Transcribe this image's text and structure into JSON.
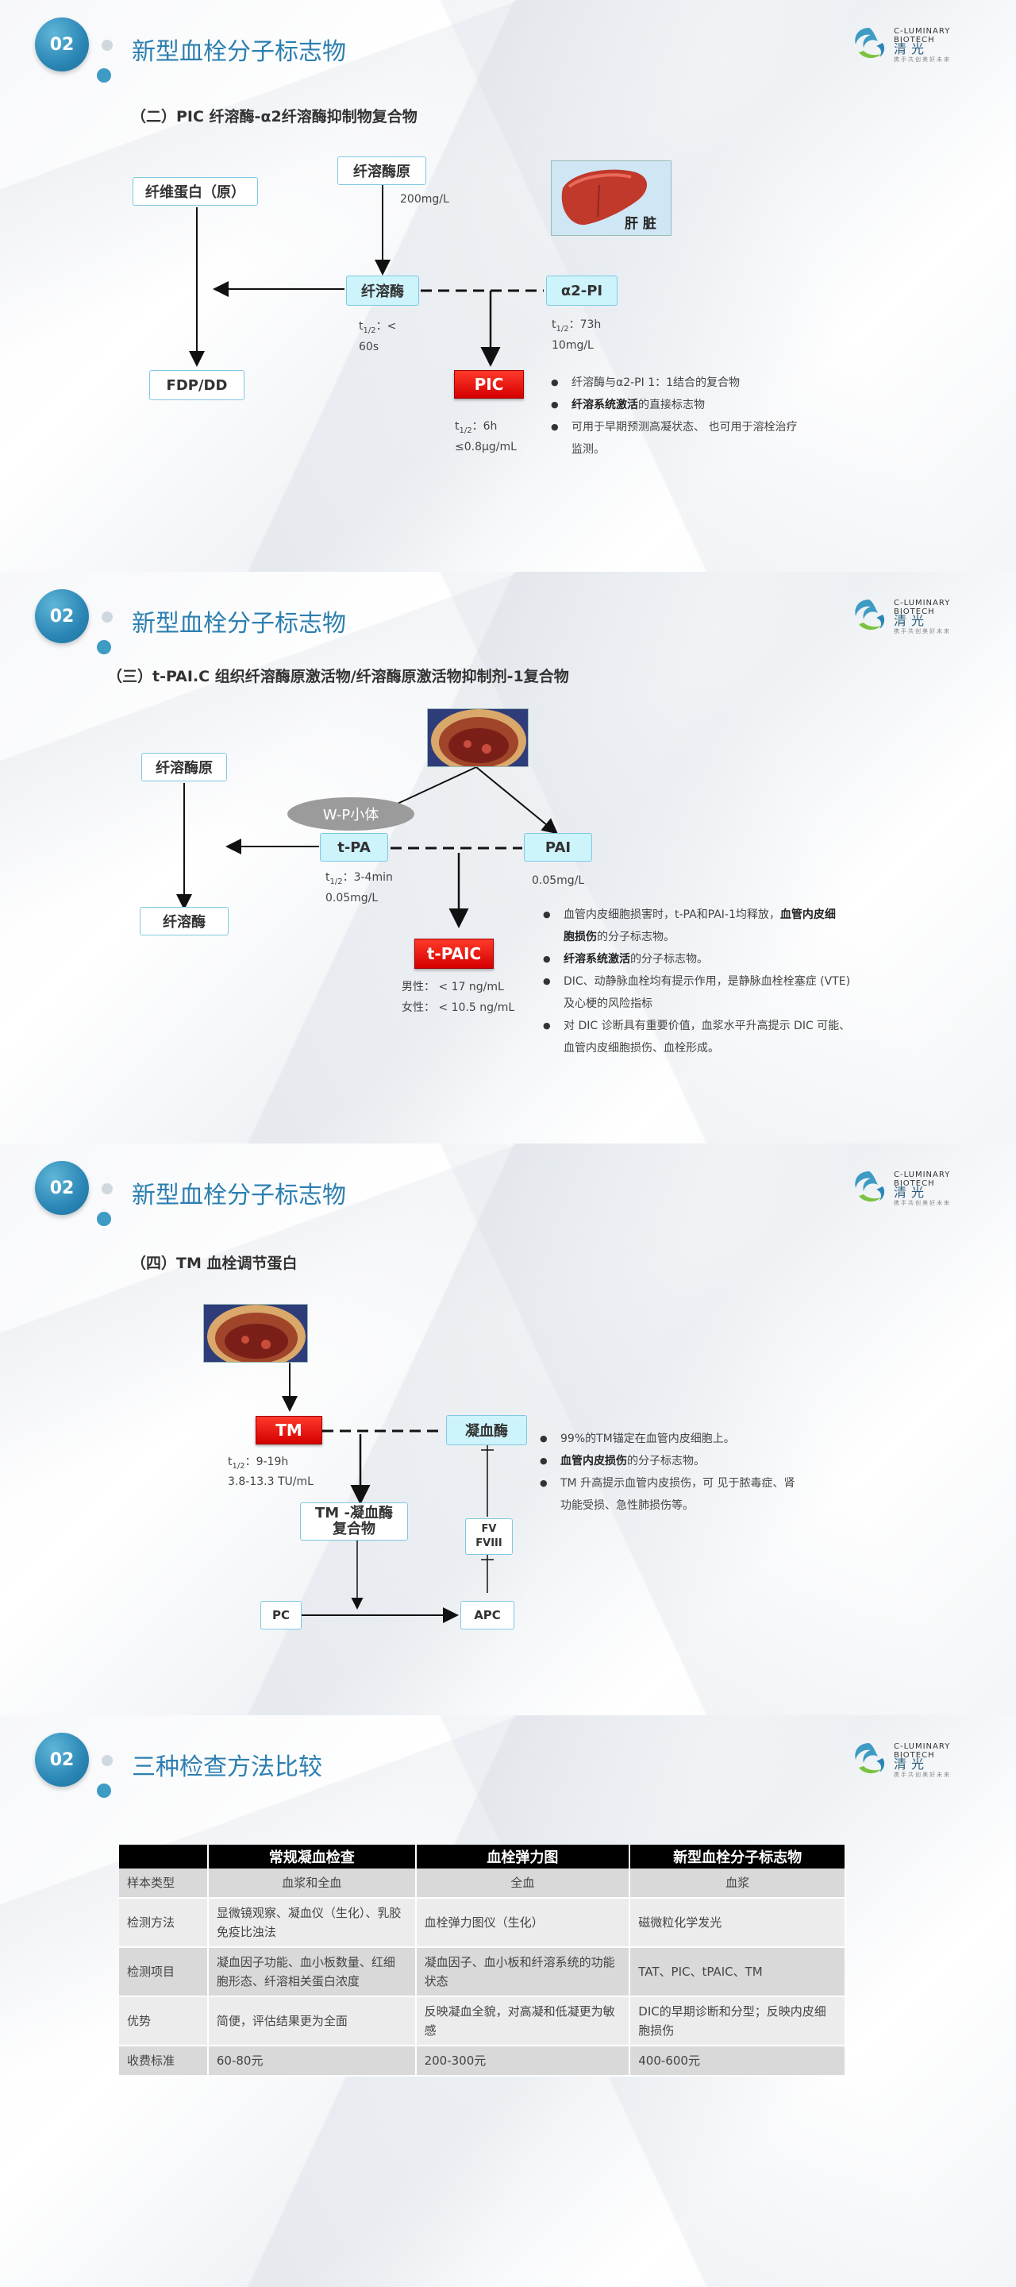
{
  "header": {
    "badge": "02",
    "logo_brand": "C-LUMINARY BIOTECH",
    "logo_cn": "清光",
    "logo_slogan": "携手共创美好未来"
  },
  "slide1": {
    "title": "新型血栓分子标志物",
    "subtitle": "（二）PIC 纤溶酶-α2纤溶酶抑制物复合物",
    "boxes": {
      "fibrinogen": "纤维蛋白（原）",
      "plasminogen": "纤溶酶原",
      "plasmin": "纤溶酶",
      "a2pi": "α2-PI",
      "fdp": "FDP/DD",
      "pic": "PIC"
    },
    "liver_label": "肝 脏",
    "notes": {
      "plasminogen_conc": "200mg/L",
      "plasmin_half_a": "：<",
      "plasmin_half_b": "60s",
      "a2pi_half": "：73h",
      "a2pi_conc": "10mg/L",
      "pic_half": "：6h",
      "pic_conc": "≤0.8μg/mL"
    },
    "bullets": [
      {
        "pre": "纤溶酶与α2-PI 1：1结合的复合物",
        "bold": "",
        "post": ""
      },
      {
        "pre": "",
        "bold": "纤溶系统激活",
        "post": "的直接标志物"
      },
      {
        "pre": "可用于早期预测高凝状态、 也可用于溶栓治疗",
        "bold": "",
        "post": ""
      },
      {
        "pre": "监测。",
        "bold": "",
        "post": ""
      }
    ]
  },
  "slide2": {
    "title": "新型血栓分子标志物",
    "subtitle": "（三）t-PAI.C 组织纤溶酶原激活物/纤溶酶原激活物抑制剂-1复合物",
    "boxes": {
      "plasminogen": "纤溶酶原",
      "plasmin": "纤溶酶",
      "tpa": "t-PA",
      "pai": "PAI",
      "wp": "W-P小体",
      "tpaic": "t-PAIC"
    },
    "notes": {
      "tpa_half": "：3-4min",
      "tpa_conc": "0.05mg/L",
      "pai_conc": "0.05mg/L",
      "male": "男性：  < 17 ng/mL",
      "female": "女性：  < 10.5 ng/mL"
    },
    "bullets": [
      {
        "pre": "血管内皮细胞损害时，t-PA和PAI-1均释放，",
        "bold": "血管内皮细",
        "post": ""
      },
      {
        "pre": "",
        "bold": "胞损伤",
        "post": "的分子标志物。"
      },
      {
        "pre": "",
        "bold": "纤溶系统激活",
        "post": "的分子标志物。"
      },
      {
        "pre": "DIC、动静脉血栓均有提示作用，是静脉血栓栓塞症 (VTE)",
        "bold": "",
        "post": ""
      },
      {
        "pre": "及心梗的风险指标",
        "bold": "",
        "post": ""
      },
      {
        "pre": "对 DIC 诊断具有重要价值，血浆水平升高提示 DIC 可能、",
        "bold": "",
        "post": ""
      },
      {
        "pre": "血管内皮细胞损伤、血栓形成。",
        "bold": "",
        "post": ""
      }
    ]
  },
  "slide3": {
    "title": "新型血栓分子标志物",
    "subtitle": "（四）TM 血栓调节蛋白",
    "boxes": {
      "tm": "TM",
      "thrombin": "凝血酶",
      "tmcomplex_a": "TM -凝血酶",
      "tmcomplex_b": "复合物",
      "fv_a": "FV",
      "fv_b": "FVIII",
      "pc": "PC",
      "apc": "APC"
    },
    "notes": {
      "tm_half": "：9-19h",
      "tm_conc": "3.8-13.3 TU/mL"
    },
    "bullets": [
      {
        "pre": "99%的TM锚定在血管内皮细胞上。",
        "bold": "",
        "post": ""
      },
      {
        "pre": "",
        "bold": "血管内皮损伤",
        "post": "的分子标志物。"
      },
      {
        "pre": "TM 升高提示血管内皮损伤，可 见于脓毒症、肾",
        "bold": "",
        "post": ""
      },
      {
        "pre": "功能受损、急性肺损伤等。",
        "bold": "",
        "post": ""
      }
    ]
  },
  "slide4": {
    "title": "三种检查方法比较",
    "table": {
      "headers": [
        "",
        "常规凝血检查",
        "血栓弹力图",
        "新型血栓分子标志物"
      ],
      "rows": [
        [
          "样本类型",
          "血浆和全血",
          "全血",
          "血浆"
        ],
        [
          "检测方法",
          "显微镜观察、凝血仪（生化）、乳胶免疫比浊法",
          "血栓弹力图仪（生化）",
          "磁微粒化学发光"
        ],
        [
          "检测项目",
          "凝血因子功能、血小板数量、红细胞形态、纤溶相关蛋白浓度",
          "凝血因子、血小板和纤溶系统的功能状态",
          "TAT、PIC、tPAIC、TM"
        ],
        [
          "优势",
          "简便，评估结果更为全面",
          "反映凝血全貌，对高凝和低凝更为敏感",
          " DIC的早期诊断和分型；反映内皮细胞损伤"
        ],
        [
          "收费标准",
          "60-80元",
          "200-300元",
          "400-600元"
        ]
      ]
    }
  }
}
